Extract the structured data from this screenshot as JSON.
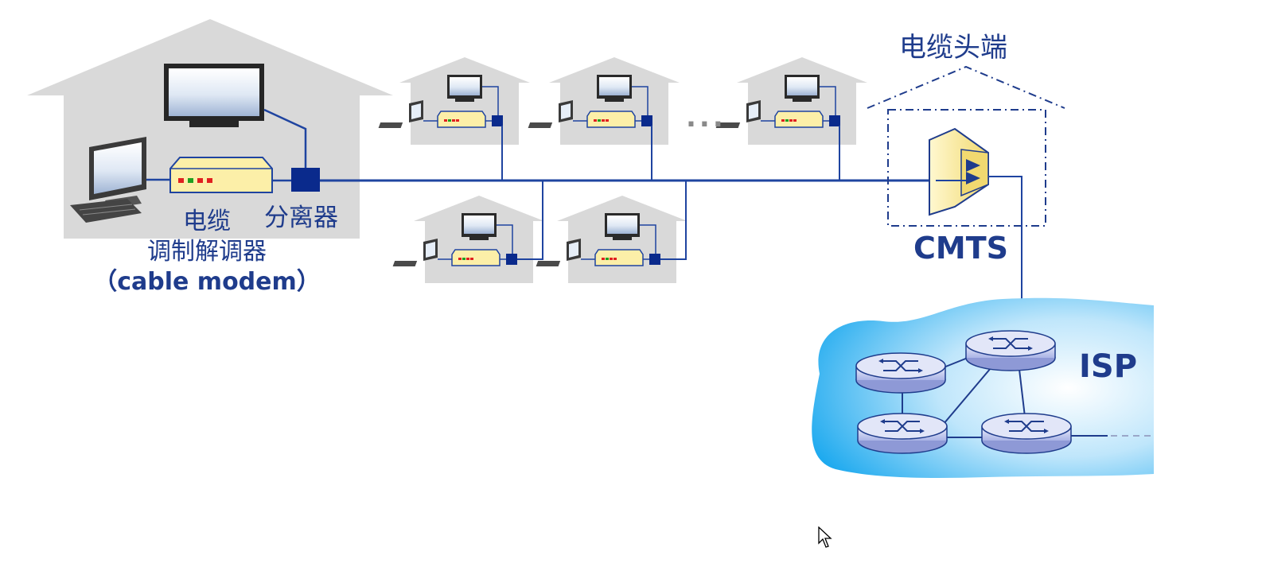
{
  "labels": {
    "modem_line1": "电缆",
    "modem_line2": "调制解调器",
    "modem_line3": "（cable modem）",
    "splitter": "分离器",
    "headend": "电缆头端",
    "cmts": "CMTS",
    "isp": "ISP",
    "ellipsis": "..."
  },
  "colors": {
    "line": "#1f44a0",
    "text": "#1f3c8c",
    "house": "#d9d9d9",
    "modem": "#fcefa8",
    "cloud": "#3fb4f0",
    "router": "#c6cdf0"
  },
  "icons": [
    "house-icon",
    "tv-icon",
    "computer-icon",
    "cable-modem-icon",
    "splitter-icon",
    "cmts-icon",
    "router-icon",
    "cloud-icon",
    "cursor-icon"
  ]
}
